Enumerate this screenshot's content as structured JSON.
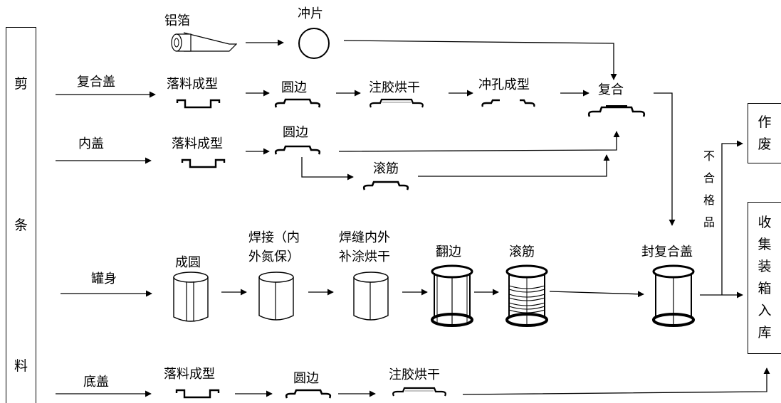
{
  "left_column": {
    "chars": [
      "剪",
      "条",
      "料"
    ]
  },
  "rows": {
    "foil": {
      "material": "铝箔",
      "punch": "冲片"
    },
    "composite_lid": {
      "input": "复合盖",
      "steps": [
        "落料成型",
        "圆边",
        "注胶烘干",
        "冲孔成型"
      ],
      "join": "复合"
    },
    "inner_lid": {
      "input": "内盖",
      "steps": [
        "落料成型",
        "圆边",
        "滚筋"
      ]
    },
    "can_body": {
      "input": "罐身",
      "steps": [
        "成圆",
        "焊接（内",
        "外氮保）",
        "焊缝内外",
        "补涂烘干",
        "翻边",
        "滚筋"
      ],
      "seal": "封复合盖"
    },
    "bottom_lid": {
      "input": "底盖",
      "steps": [
        "落料成型",
        "圆边",
        "注胶烘干"
      ]
    }
  },
  "reject": {
    "label_chars": [
      "不",
      "合",
      "格",
      "品"
    ],
    "box_chars": [
      "作",
      "废"
    ]
  },
  "final": {
    "box_chars": [
      "收",
      "集",
      "装",
      "箱",
      "入",
      "库"
    ]
  }
}
